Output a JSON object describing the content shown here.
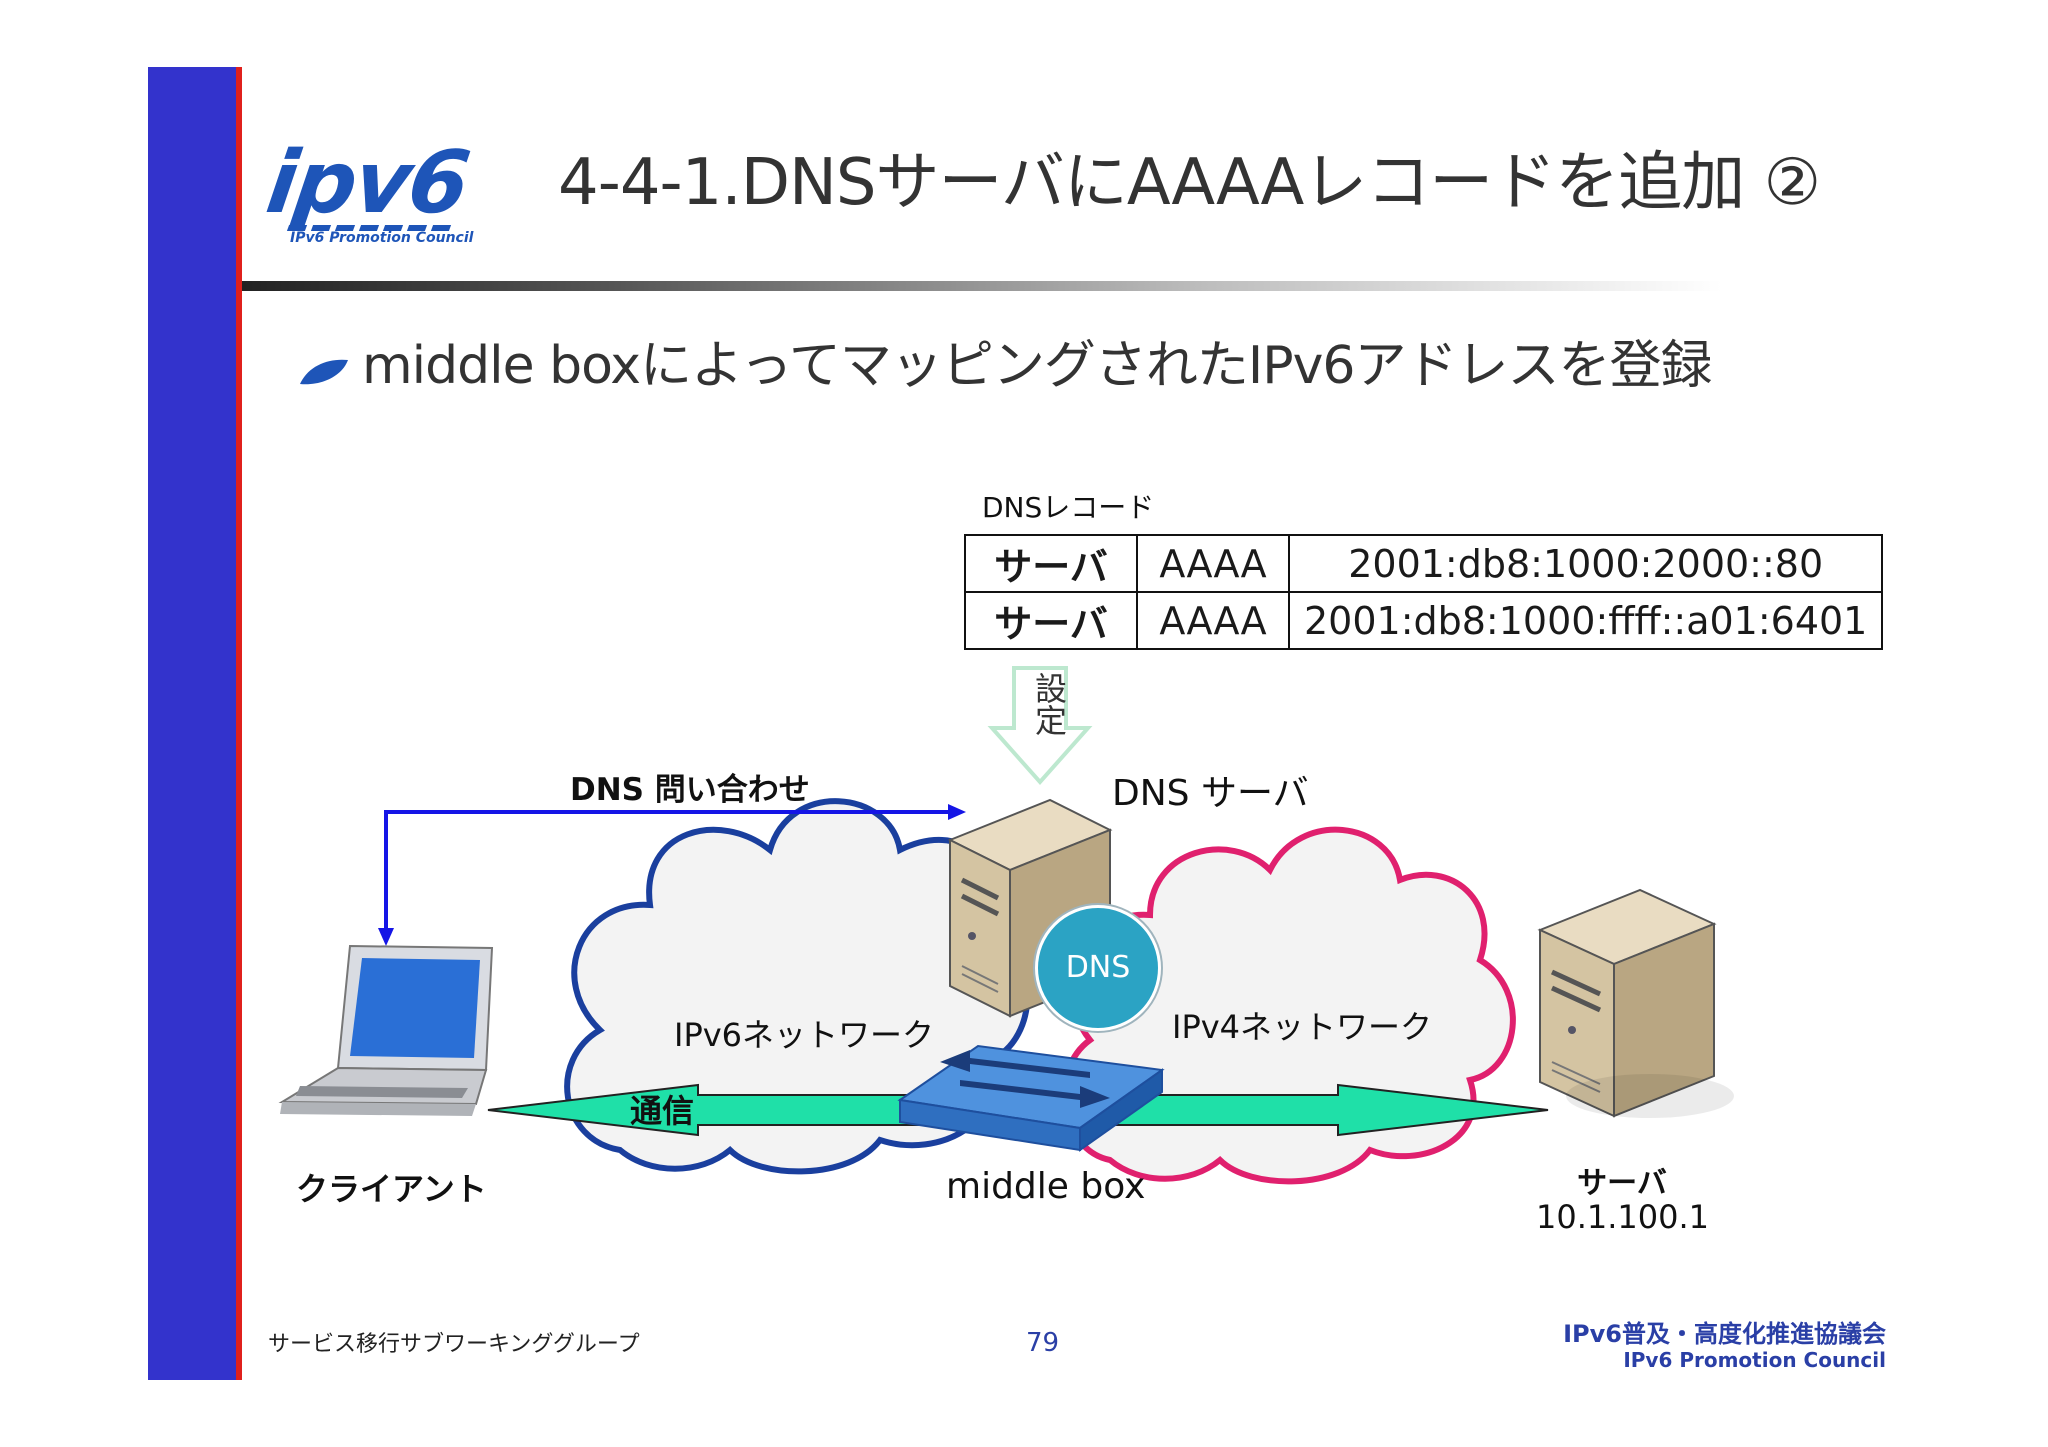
{
  "logo": {
    "wordmark": "ipv6",
    "subtitle": "IPv6 Promotion Council"
  },
  "header": {
    "title": "4-4-1.DNSサーバにAAAAレコードを追加 ②"
  },
  "bullet": {
    "text": "middle boxによってマッピングされたIPv6アドレスを登録"
  },
  "dns_record": {
    "caption": "DNSレコード",
    "rows": [
      {
        "name": "サーバ",
        "type": "AAAA",
        "address": "2001:db8:1000:2000::80"
      },
      {
        "name": "サーバ",
        "type": "AAAA",
        "address": "2001:db8:1000:ffff::a01:6401"
      }
    ]
  },
  "diagram": {
    "settei_label": "設定",
    "dns_query_label": "DNS 問い合わせ",
    "dns_server_label": "DNS サーバ",
    "dns_badge": "DNS",
    "ipv6_network_label": "IPv6ネットワーク",
    "ipv4_network_label": "IPv4ネットワーク",
    "communication_label": "通信",
    "client_label": "クライアント",
    "middlebox_label": "middle box",
    "server_label": "サーバ",
    "server_ip": "10.1.100.1"
  },
  "colors": {
    "left_bar": "#3333cc",
    "left_accent": "#e0201c",
    "ipv6_cloud": "#1a3f9e",
    "ipv4_cloud": "#e0206e",
    "comm_arrow": "#1fe0a8",
    "query_arrow": "#1515e6",
    "setting_arrow": "#bde8cf"
  },
  "footer": {
    "left": "サービス移行サブワーキンググループ",
    "page_number": "79",
    "org_jp": "IPv6普及・高度化推進協議会",
    "org_en": "IPv6 Promotion Council"
  }
}
